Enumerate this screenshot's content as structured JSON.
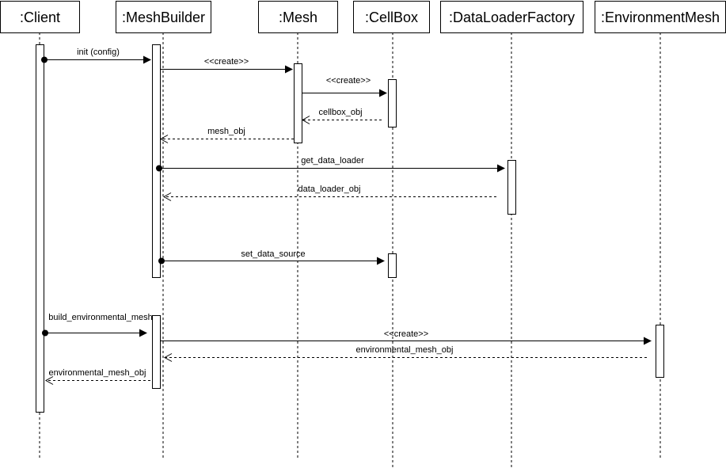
{
  "diagram": {
    "type": "uml-sequence",
    "participants": [
      {
        "id": "client",
        "label": ":Client"
      },
      {
        "id": "meshbuilder",
        "label": ":MeshBuilder"
      },
      {
        "id": "mesh",
        "label": ":Mesh"
      },
      {
        "id": "cellbox",
        "label": ":CellBox"
      },
      {
        "id": "dlf",
        "label": ":DataLoaderFactory"
      },
      {
        "id": "envmesh",
        "label": ":EnvironmentMesh"
      }
    ],
    "messages": [
      {
        "from": "client",
        "to": "meshbuilder",
        "label": "init (config)",
        "kind": "found-sync"
      },
      {
        "from": "meshbuilder",
        "to": "mesh",
        "label": "<<create>>",
        "kind": "sync"
      },
      {
        "from": "mesh",
        "to": "cellbox",
        "label": "<<create>>",
        "kind": "sync"
      },
      {
        "from": "cellbox",
        "to": "mesh",
        "label": "cellbox_obj",
        "kind": "return"
      },
      {
        "from": "mesh",
        "to": "meshbuilder",
        "label": "mesh_obj",
        "kind": "return"
      },
      {
        "from": "meshbuilder",
        "to": "dlf",
        "label": "get_data_loader",
        "kind": "found-sync"
      },
      {
        "from": "dlf",
        "to": "meshbuilder",
        "label": "data_loader_obj",
        "kind": "return"
      },
      {
        "from": "meshbuilder",
        "to": "cellbox",
        "label": "set_data_source",
        "kind": "found-sync"
      },
      {
        "from": "client",
        "to": "meshbuilder",
        "label": "build_environmental_mesh",
        "kind": "found-sync"
      },
      {
        "from": "meshbuilder",
        "to": "envmesh",
        "label": "<<create>>",
        "kind": "sync"
      },
      {
        "from": "envmesh",
        "to": "meshbuilder",
        "label": "environmental_mesh_obj",
        "kind": "return"
      },
      {
        "from": "meshbuilder",
        "to": "client",
        "label": "environmental_mesh_obj",
        "kind": "return"
      }
    ]
  }
}
